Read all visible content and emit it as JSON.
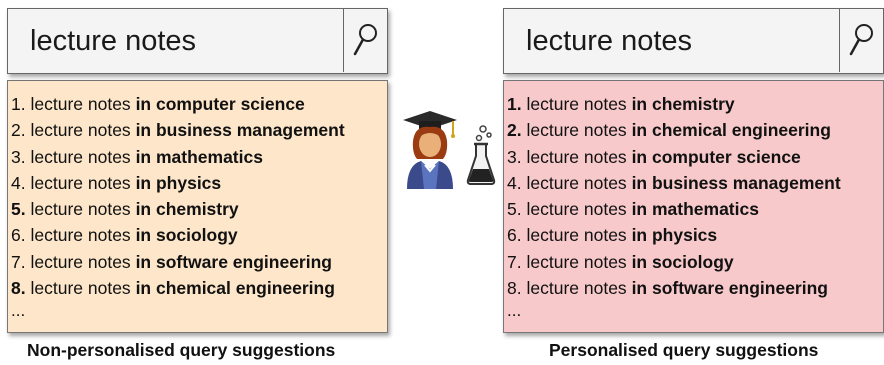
{
  "left": {
    "query": "lecture notes",
    "suggestions": [
      {
        "num": "1.",
        "base": "lecture notes",
        "topic": "in computer science",
        "num_bold": false
      },
      {
        "num": "2.",
        "base": "lecture notes",
        "topic": "in business management",
        "num_bold": false
      },
      {
        "num": "3.",
        "base": "lecture notes",
        "topic": "in mathematics",
        "num_bold": false
      },
      {
        "num": "4.",
        "base": "lecture notes",
        "topic": "in physics",
        "num_bold": false
      },
      {
        "num": "5.",
        "base": "lecture notes",
        "topic": "in chemistry",
        "num_bold": true
      },
      {
        "num": "6.",
        "base": "lecture notes",
        "topic": "in sociology",
        "num_bold": false
      },
      {
        "num": "7.",
        "base": "lecture notes",
        "topic": "in software engineering",
        "num_bold": false
      },
      {
        "num": "8.",
        "base": "lecture notes",
        "topic": "in chemical engineering",
        "num_bold": true
      }
    ],
    "more": "...",
    "caption": "Non-personalised query suggestions",
    "bg_color": "#fde6c9"
  },
  "right": {
    "query": "lecture notes",
    "suggestions": [
      {
        "num": "1.",
        "base": "lecture notes",
        "topic": "in chemistry",
        "num_bold": true
      },
      {
        "num": "2.",
        "base": "lecture notes",
        "topic": "in chemical engineering",
        "num_bold": true
      },
      {
        "num": "3.",
        "base": "lecture notes",
        "topic": "in computer science",
        "num_bold": false
      },
      {
        "num": "4.",
        "base": "lecture notes",
        "topic": "in business management",
        "num_bold": false
      },
      {
        "num": "5.",
        "base": "lecture notes",
        "topic": "in mathematics",
        "num_bold": false
      },
      {
        "num": "6.",
        "base": "lecture notes",
        "topic": "in physics",
        "num_bold": false
      },
      {
        "num": "7.",
        "base": "lecture notes",
        "topic": "in sociology",
        "num_bold": false
      },
      {
        "num": "8.",
        "base": "lecture notes",
        "topic": "in software engineering",
        "num_bold": false
      }
    ],
    "more": "...",
    "caption": "Personalised query suggestions",
    "bg_color": "#f7c9cb"
  },
  "icons": [
    "magnifier-icon",
    "graduate-user-icon",
    "chemistry-flask-icon"
  ]
}
